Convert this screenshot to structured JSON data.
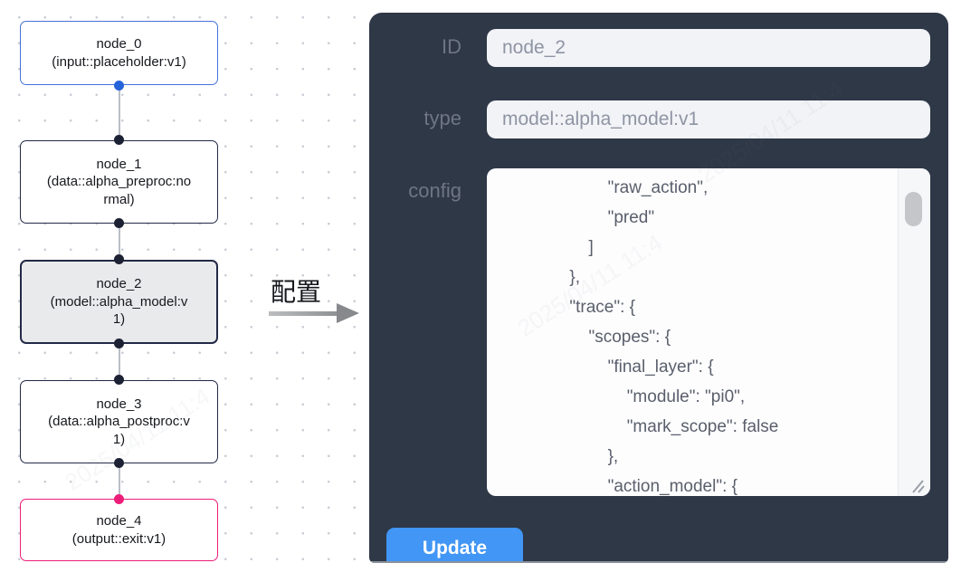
{
  "canvas": {
    "nodes": [
      {
        "name": "node_0",
        "type_label": "(input::placeholder:v1)",
        "variant": "input"
      },
      {
        "name": "node_1",
        "type_label": "(data::alpha_preproc:normal)",
        "variant": "default"
      },
      {
        "name": "node_2",
        "type_label": "(model::alpha_model:v1)",
        "variant": "selected"
      },
      {
        "name": "node_3",
        "type_label": "(data::alpha_postproc:v1)",
        "variant": "default"
      },
      {
        "name": "node_4",
        "type_label": "(output::exit:v1)",
        "variant": "output"
      }
    ]
  },
  "transition": {
    "label": "配置"
  },
  "panel": {
    "fields": [
      {
        "label": "ID",
        "value": "node_2"
      },
      {
        "label": "type",
        "value": "model::alpha_model:v1"
      }
    ],
    "config_label": "config",
    "config_text": "                    \"raw_action\",\n                    \"pred\"\n                ]\n            },\n            \"trace\": {\n                \"scopes\": {\n                    \"final_layer\": {\n                        \"module\": \"pi0\",\n                        \"mark_scope\": false\n                    },\n                    \"action_model\": {",
    "update_label": "Update"
  },
  "watermark": {
    "text": "2025/04/11 11:4"
  },
  "colors": {
    "panel_bg": "#2f3847",
    "input_bg": "#f1f3f7",
    "button_blue": "#4196f6",
    "node_border_dark": "#232946",
    "node_border_blue": "#4472d9",
    "node_border_pink": "#ec1d78",
    "port_blue": "#2563da",
    "port_dark": "#1c2134",
    "port_pink": "#ec1d78",
    "selected_node_bg": "#e9eaec"
  }
}
